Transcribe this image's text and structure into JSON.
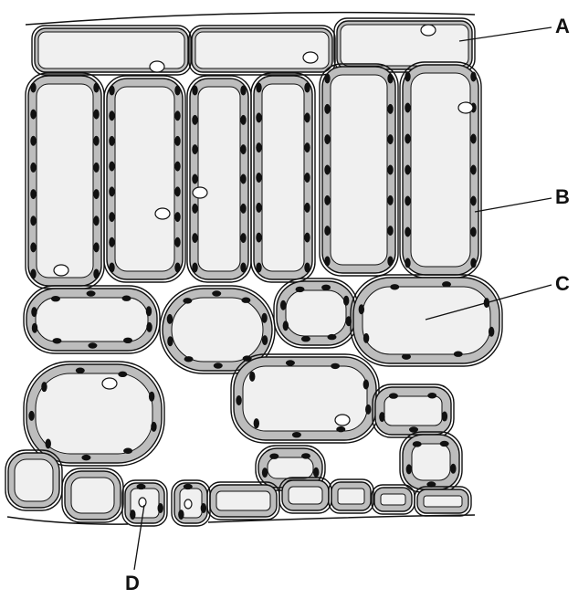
{
  "diagram": {
    "labels": {
      "A": "A",
      "B": "B",
      "C": "C",
      "D": "D"
    },
    "colors": {
      "outline": "#111111",
      "cytoplasm": "#bdbdbd",
      "vacuole": "#f0f0f0",
      "chloroplast": "#111111",
      "nucleus": "#ffffff",
      "background": "#ffffff"
    }
  }
}
